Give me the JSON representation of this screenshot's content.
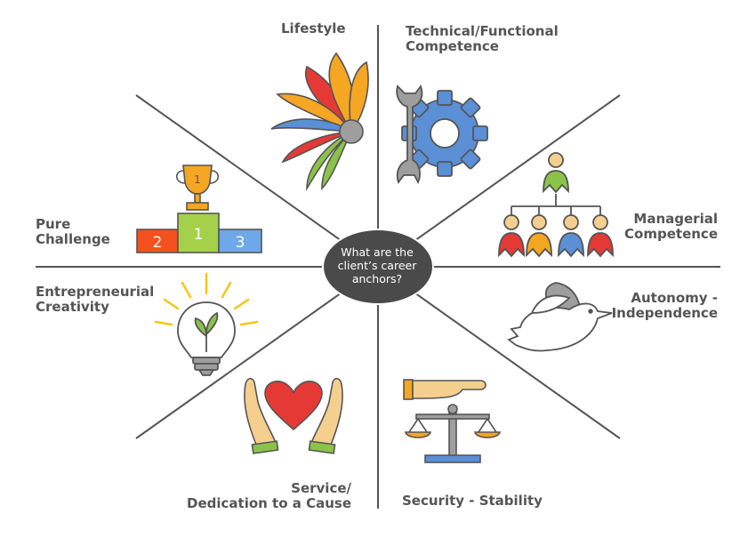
{
  "center": {
    "lines": [
      "What are the",
      "client’s career",
      "anchors?"
    ]
  },
  "anchors": {
    "lifestyle": {
      "lines": [
        "Lifestyle"
      ]
    },
    "technical": {
      "lines": [
        "Technical/Functional",
        "Competence"
      ]
    },
    "managerial": {
      "lines": [
        "Managerial",
        "Competence"
      ]
    },
    "autonomy": {
      "lines": [
        "Autonomy -",
        "Independence"
      ]
    },
    "security": {
      "lines": [
        "Security - Stability"
      ]
    },
    "service": {
      "lines": [
        "Service/",
        "Dedication to a Cause"
      ]
    },
    "entrepreneurial": {
      "lines": [
        "Entrepreneurial",
        "Creativity"
      ]
    },
    "challenge": {
      "lines": [
        "Pure",
        "Challenge"
      ],
      "podium_numbers": [
        "2",
        "1",
        "3"
      ],
      "trophy_number": "1"
    }
  },
  "icons": {
    "lifestyle": "feather-fan-icon",
    "technical": "wrench-gear-icon",
    "managerial": "org-chart-people-icon",
    "autonomy": "dove-icon",
    "security": "hand-scales-icon",
    "service": "hands-heart-icon",
    "entrepreneurial": "lightbulb-plant-icon",
    "challenge": "podium-trophy-icon"
  },
  "colors": {
    "line": "#555555",
    "center_fill": "#4a4a4a",
    "label_text": "#555555",
    "orange": "#f5a623",
    "red": "#e53935",
    "green": "#8bc34a",
    "blue": "#5b8fd6",
    "skin": "#f5cf8e"
  }
}
